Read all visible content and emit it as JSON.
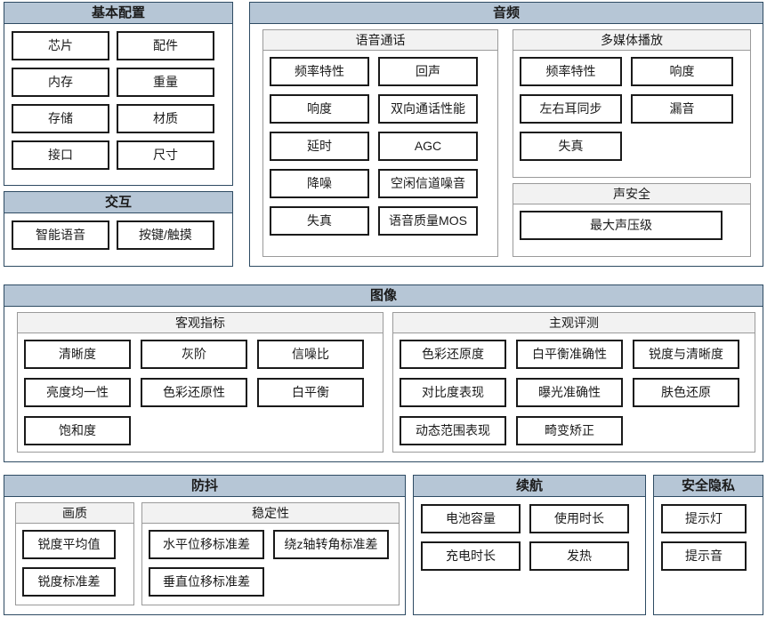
{
  "sections": {
    "basic": {
      "title": "基本配置",
      "items": [
        "芯片",
        "配件",
        "内存",
        "重量",
        "存储",
        "材质",
        "接口",
        "尺寸"
      ]
    },
    "interaction": {
      "title": "交互",
      "items": [
        "智能语音",
        "按键/触摸"
      ]
    },
    "audio": {
      "title": "音频",
      "voice_call": {
        "title": "语音通话",
        "items": [
          "频率特性",
          "回声",
          "响度",
          "双向通话性能",
          "延时",
          "AGC",
          "降噪",
          "空闲信道噪音",
          "失真",
          "语音质量MOS"
        ]
      },
      "multimedia": {
        "title": "多媒体播放",
        "items": [
          "频率特性",
          "响度",
          "左右耳同步",
          "漏音",
          "失真"
        ]
      },
      "sound_safety": {
        "title": "声安全",
        "items": [
          "最大声压级"
        ]
      }
    },
    "image": {
      "title": "图像",
      "objective": {
        "title": "客观指标",
        "items": [
          "清晰度",
          "灰阶",
          "信噪比",
          "亮度均一性",
          "色彩还原性",
          "白平衡",
          "饱和度"
        ]
      },
      "subjective": {
        "title": "主观评测",
        "items": [
          "色彩还原度",
          "白平衡准确性",
          "锐度与清晰度",
          "对比度表现",
          "曝光准确性",
          "肤色还原",
          "动态范围表现",
          "畸变矫正"
        ]
      }
    },
    "stabilization": {
      "title": "防抖",
      "quality": {
        "title": "画质",
        "items": [
          "锐度平均值",
          "锐度标准差"
        ]
      },
      "stability": {
        "title": "稳定性",
        "items": [
          "水平位移标准差",
          "绕z轴转角标准差",
          "垂直位移标准差"
        ]
      }
    },
    "battery": {
      "title": "续航",
      "items": [
        "电池容量",
        "使用时长",
        "充电时长",
        "发热"
      ]
    },
    "privacy": {
      "title": "安全隐私",
      "items": [
        "提示灯",
        "提示音"
      ]
    }
  },
  "colors": {
    "category_header_bg": "#b6c6d6",
    "category_border": "#2e4b63",
    "sub_header_bg": "#f2f2f2",
    "sub_border": "#9a9a9a",
    "item_border": "#1a1a1a",
    "page_bg": "#ffffff",
    "text": "#1b1b1b"
  }
}
